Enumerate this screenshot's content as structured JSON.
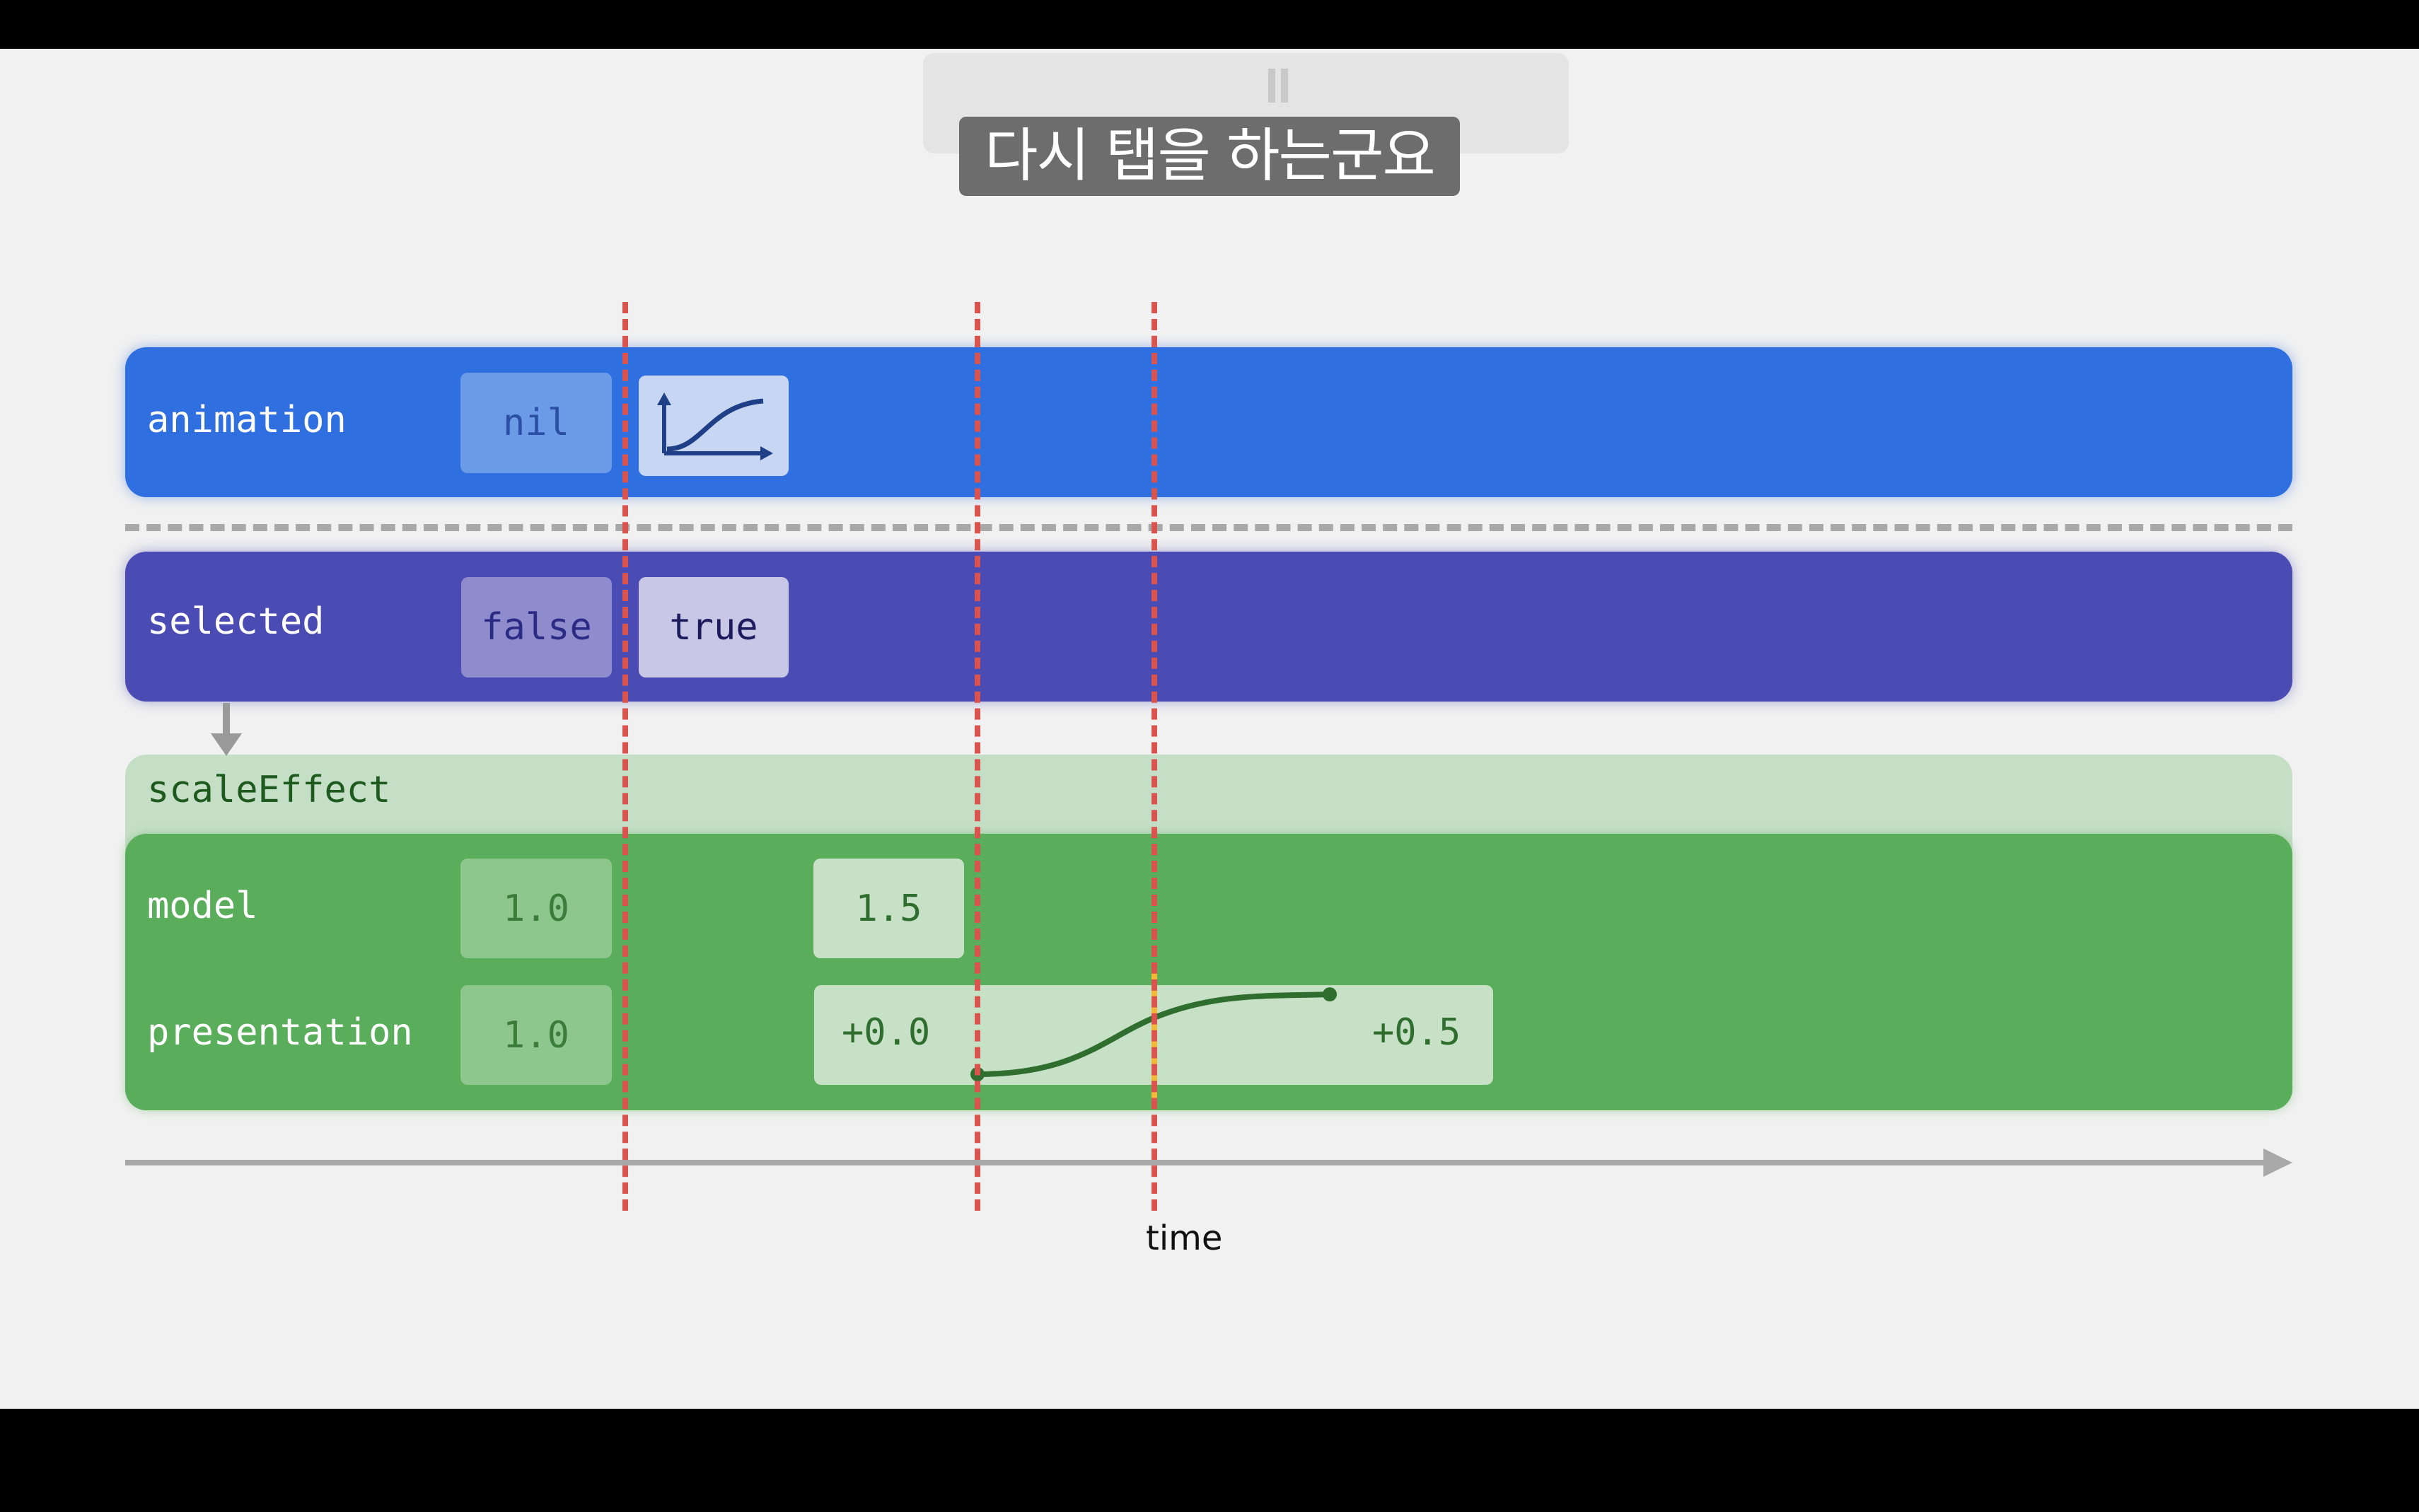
{
  "caption": "다시 탭을 하는군요",
  "rows": {
    "animation": {
      "label": "animation",
      "values": [
        "nil"
      ],
      "curve_icon": "ease-in-out-curve-icon",
      "color": "#2f6fe0"
    },
    "selected": {
      "label": "selected",
      "values": [
        "false",
        "true"
      ],
      "color": "#4b4bb4"
    },
    "scale_effect": {
      "label": "scaleEffect",
      "model": {
        "label": "model",
        "values": [
          "1.0",
          "1.5"
        ]
      },
      "presentation": {
        "label": "presentation",
        "value": "1.0",
        "offset_start": "+0.0",
        "offset_end": "+0.5"
      },
      "color": "#5aad5a"
    }
  },
  "axis": {
    "label": "time"
  },
  "colors": {
    "marker_lines": "#d9534f",
    "playhead": "#f2b93b",
    "curve": "#2f6e2f"
  }
}
